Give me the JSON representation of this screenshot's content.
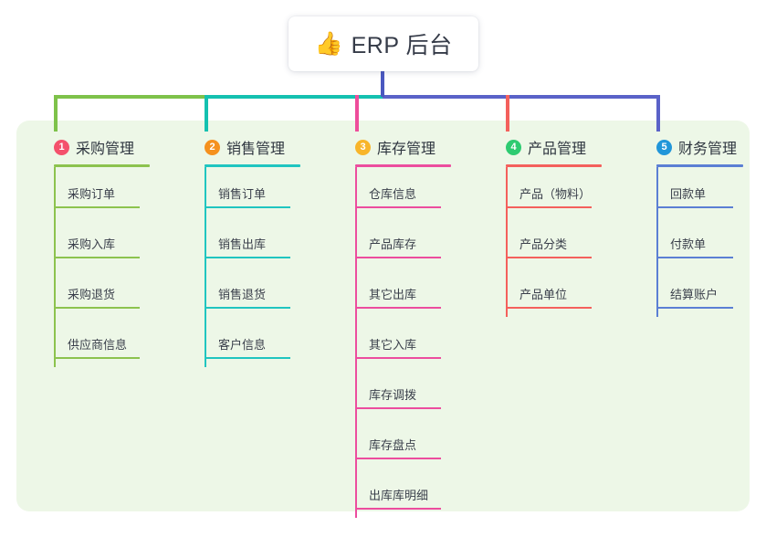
{
  "root": {
    "icon": "thumbs-up-icon",
    "emoji": "👍",
    "title": "ERP 后台"
  },
  "palette": {
    "panel_bg": "#edf7e7",
    "page_bg": "#ffffff",
    "stem": "#4a58c0",
    "bar_left": "#7ec24a",
    "bar_mid": "#14c1b0",
    "bar_right": "#5a62c8",
    "text": "#2f3640",
    "item_text": "#3a3f4b"
  },
  "connectors": {
    "stem_color": "#4a58c0",
    "segments": [
      {
        "name": "bar-segment-green",
        "color": "#7ec24a"
      },
      {
        "name": "bar-segment-teal",
        "color": "#14c1b0"
      },
      {
        "name": "bar-segment-blue",
        "color": "#5a62c8"
      }
    ],
    "drops": [
      {
        "name": "drop-col-1",
        "color": "#7ec24a"
      },
      {
        "name": "drop-col-2",
        "color": "#14c1b0"
      },
      {
        "name": "drop-col-3",
        "color": "#ee4d9b"
      },
      {
        "name": "drop-col-4",
        "color": "#f4605c"
      },
      {
        "name": "drop-col-5",
        "color": "#5a62c8"
      }
    ]
  },
  "columns": [
    {
      "number": "1",
      "title": "采购管理",
      "badge_color": "#f4516c",
      "line_color": "#8cc34e",
      "items": [
        "采购订单",
        "采购入库",
        "采购退货",
        "供应商信息"
      ]
    },
    {
      "number": "2",
      "title": "销售管理",
      "badge_color": "#f5911e",
      "line_color": "#20c5c0",
      "items": [
        "销售订单",
        "销售出库",
        "销售退货",
        "客户信息"
      ]
    },
    {
      "number": "3",
      "title": "库存管理",
      "badge_color": "#f8b52a",
      "line_color": "#ec4d9e",
      "items": [
        "仓库信息",
        "产品库存",
        "其它出库",
        "其它入库",
        "库存调拨",
        "库存盘点",
        "出库库明细"
      ]
    },
    {
      "number": "4",
      "title": "产品管理",
      "badge_color": "#2ecb71",
      "line_color": "#f4605c",
      "items": [
        "产品（物料）",
        "产品分类",
        "产品单位"
      ]
    },
    {
      "number": "5",
      "title": "财务管理",
      "badge_color": "#2196d9",
      "line_color": "#5b7fd4",
      "items": [
        "回款单",
        "付款单",
        "结算账户"
      ]
    }
  ]
}
